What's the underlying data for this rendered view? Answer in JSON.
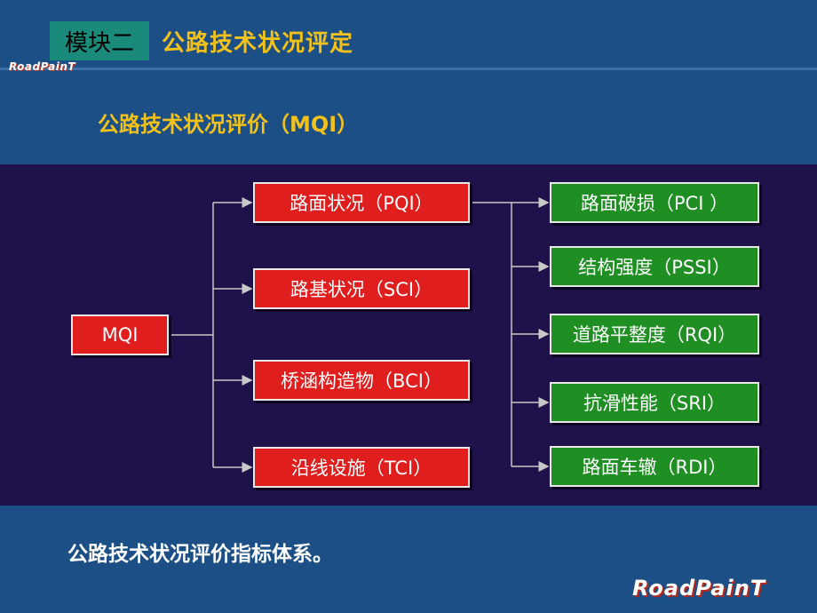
{
  "header": {
    "module_label": "模块二",
    "title": "公路技术状况评定",
    "brand_small": "RoadPainT"
  },
  "section": {
    "title": "公路技术状况评价（MQI）"
  },
  "diagram": {
    "root": "MQI",
    "level1": [
      "路面状况（PQI）",
      "路基状况（SCI）",
      "桥涵构造物（BCI）",
      "沿线设施（TCI）"
    ],
    "level2": [
      "路面破损（PCI ）",
      "结构强度（PSSI）",
      "道路平整度（RQI）",
      "抗滑性能（SRI）",
      "路面车辙（RDI）"
    ],
    "colors": {
      "panel": "#1f114a",
      "red": "#e01e1e",
      "green": "#1f8f24",
      "connector": "#c8c8c8"
    }
  },
  "caption": "公路技术状况评价指标体系。",
  "footer": {
    "brand": "RoadPainT"
  }
}
